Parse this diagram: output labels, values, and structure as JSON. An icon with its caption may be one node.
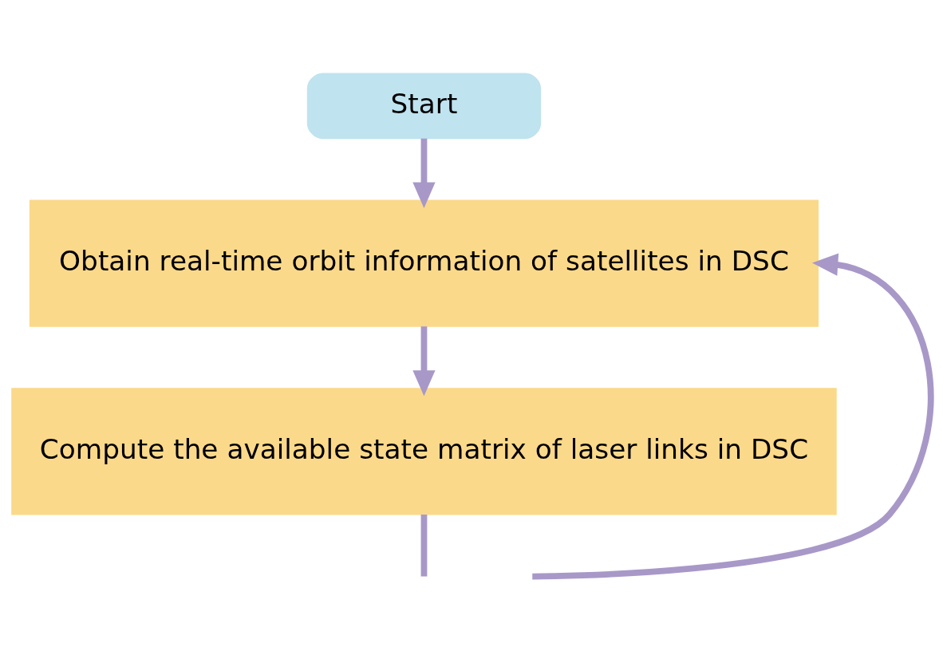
{
  "diagram": {
    "nodes": [
      {
        "text": [
          "Start"
        ]
      },
      {
        "text": [
          "Obtain real-time orbit information of satellites in DSC"
        ]
      },
      {
        "text": [
          "Compute the available state matrix of laser links in DSC"
        ]
      }
    ],
    "edges": [
      {
        "from": 0,
        "to": 1,
        "arrow": "to"
      },
      {
        "from": 1,
        "to": 2,
        "arrow": "to"
      },
      {
        "from": 2,
        "to": null,
        "arrow": "none"
      },
      {
        "from": null,
        "to": 1,
        "arrow": "to"
      }
    ]
  }
}
